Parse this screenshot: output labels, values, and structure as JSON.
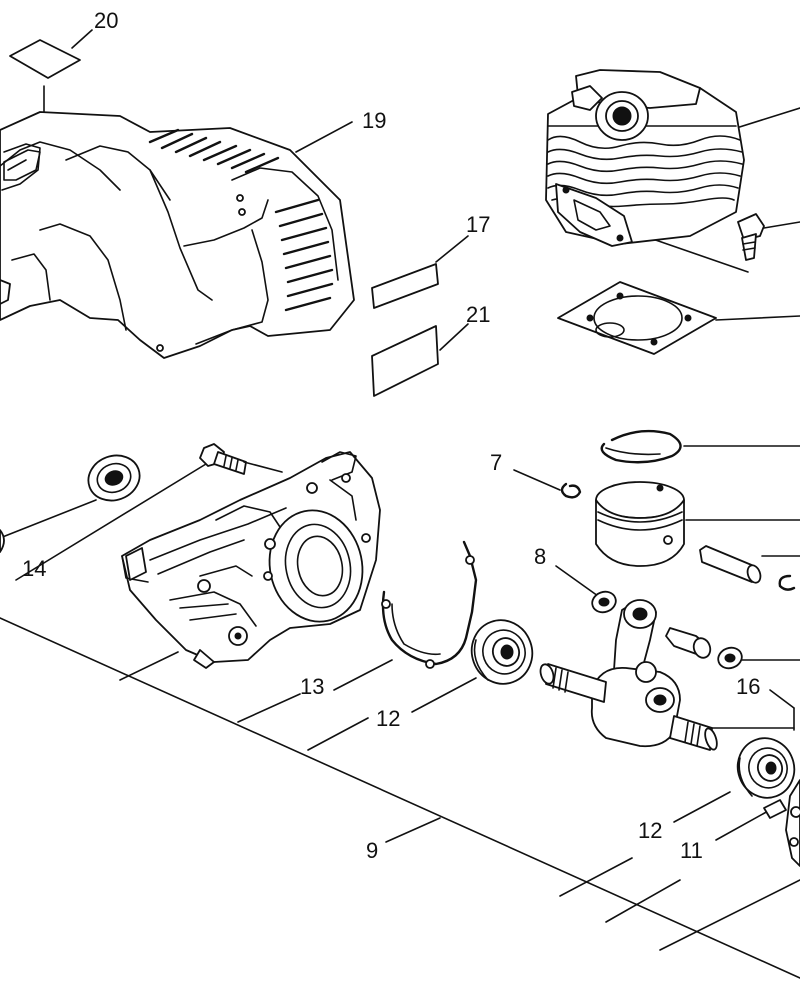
{
  "callouts": {
    "c20": "20",
    "c19": "19",
    "c17": "17",
    "c21": "21",
    "c7": "7",
    "c14": "14",
    "c8": "8",
    "c13": "13",
    "c12a": "12",
    "c16": "16",
    "c12b": "12",
    "c11": "11",
    "c9": "9"
  },
  "colors": {
    "ink": "#111111",
    "paper": "#ffffff"
  }
}
